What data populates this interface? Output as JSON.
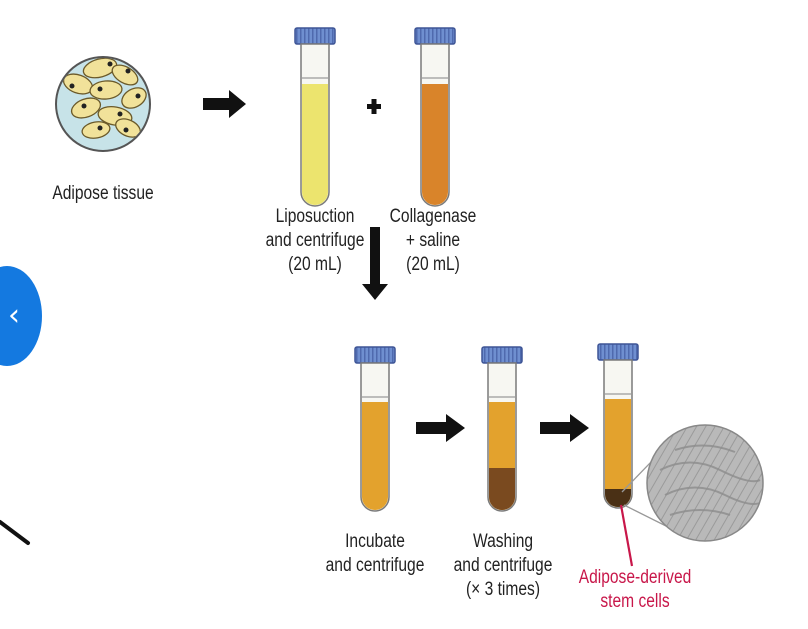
{
  "labels": {
    "adipose": "Adipose tissue",
    "lipo": [
      "Liposuction",
      "and centrifuge",
      "(20 mL)"
    ],
    "collagenase": [
      "Collagenase",
      "+ saline",
      "(20 mL)"
    ],
    "incubate": [
      "Incubate",
      "and centrifuge"
    ],
    "washing": [
      "Washing",
      "and centrifuge",
      "(× 3 times)"
    ],
    "stem": [
      "Adipose-derived",
      "stem cells"
    ]
  },
  "symbols": {
    "plus": "+",
    "back": "‹"
  },
  "icons": [
    "chevron-left-icon",
    "arrow-right-icon",
    "arrow-down-icon",
    "plus-icon",
    "test-tube-icon",
    "cell-cluster-icon",
    "magnifier-circle-icon"
  ],
  "colors": {
    "cap": "#6a86c6",
    "tube_yellow": "#ece46e",
    "tube_orange": "#d9842a",
    "tube_amber": "#e3a22d",
    "pellet": "#7a4a1f",
    "pellet_dark": "#4a3015",
    "stem_label": "#c8174a",
    "tissue_bg": "#c7e3e8",
    "cell_fill": "#f1e29a",
    "accent_button": "#1479e0"
  }
}
